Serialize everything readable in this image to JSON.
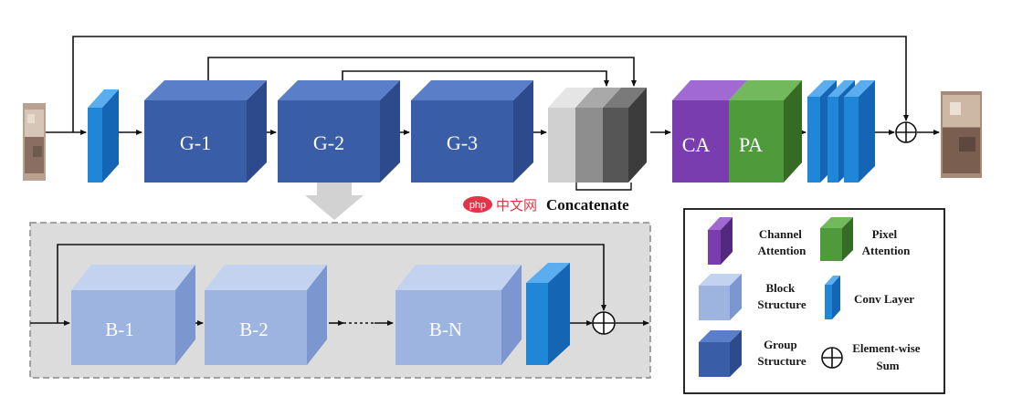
{
  "diagram": {
    "main_blocks": {
      "g1": "G-1",
      "g2": "G-2",
      "g3": "G-3",
      "ca": "CA",
      "pa": "PA"
    },
    "concat_label": "Concatenate",
    "detail_blocks": {
      "b1": "B-1",
      "b2": "B-2",
      "bn": "B-N"
    },
    "legend": {
      "channel_attention": [
        "Channel",
        "Attention"
      ],
      "pixel_attention": [
        "Pixel",
        "Attention"
      ],
      "block_structure": [
        "Block",
        "Structure"
      ],
      "conv_layer": [
        "Conv Layer"
      ],
      "group_structure": [
        "Group",
        "Structure"
      ],
      "element_wise_sum": [
        "Element-wise",
        "Sum"
      ]
    },
    "watermark": {
      "badge": "php",
      "text": "中文网"
    },
    "colors": {
      "group_blue": "#3a5da8",
      "block_blue": "#9db4e0",
      "conv_blue": "#1f86d8",
      "ca_purple": "#7a3db0",
      "pa_green": "#4f9a3a",
      "detail_bg": "#dcdcdc"
    }
  }
}
